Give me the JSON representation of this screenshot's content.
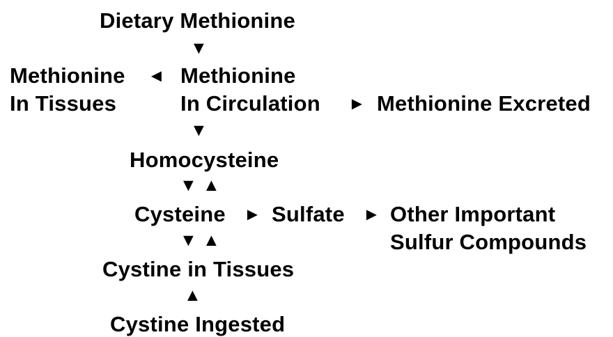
{
  "diagram": {
    "nodes": {
      "dietary_methionine": "Dietary Methionine",
      "methionine_in_tissues_line1": "Methionine",
      "methionine_in_tissues_line2": "In Tissues",
      "methionine_in_circulation_line1": "Methionine",
      "methionine_in_circulation_line2": "In Circulation",
      "methionine_excreted": "Methionine Excreted",
      "homocysteine": "Homocysteine",
      "cysteine": "Cysteine",
      "sulfate": "Sulfate",
      "other_sulfur_line1": "Other Important",
      "other_sulfur_line2": "Sulfur Compounds",
      "cystine_in_tissues": "Cystine in Tissues",
      "cystine_ingested": "Cystine Ingested"
    },
    "arrows": {
      "down": "▼",
      "up": "▲",
      "left": "◄",
      "right": "►"
    }
  }
}
